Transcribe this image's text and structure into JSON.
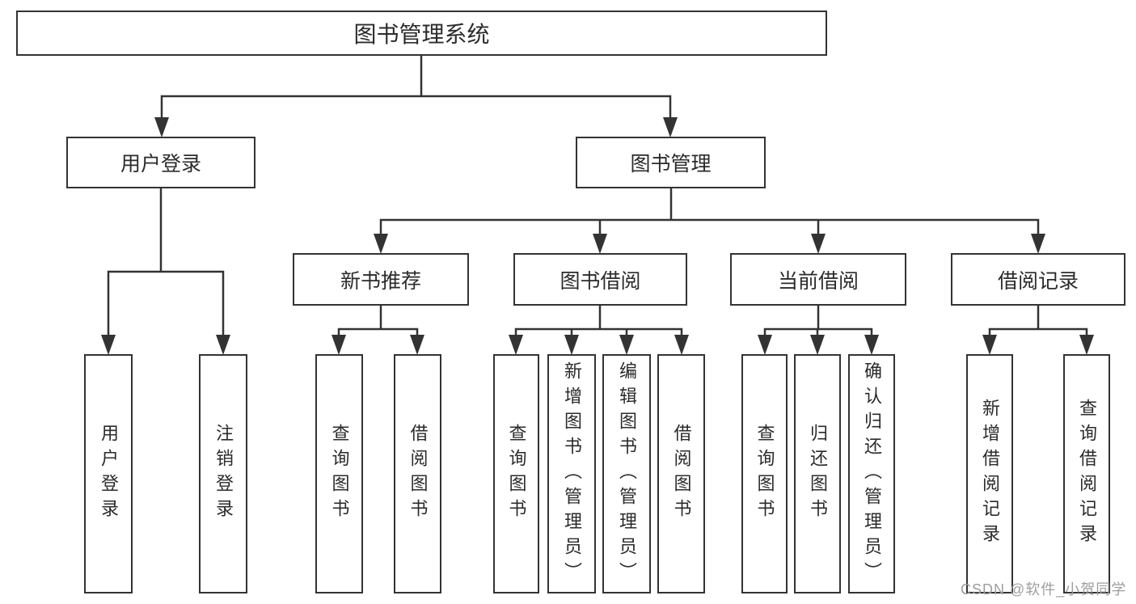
{
  "diagram": {
    "title": "图书管理系统",
    "root": {
      "label": "图书管理系统"
    },
    "level2": [
      {
        "label": "用户登录",
        "children": [
          {
            "label": "用户登录"
          },
          {
            "label": "注销登录"
          }
        ]
      },
      {
        "label": "图书管理",
        "children": [
          {
            "label": "新书推荐",
            "children": [
              {
                "label": "查询图书"
              },
              {
                "label": "借阅图书"
              }
            ]
          },
          {
            "label": "图书借阅",
            "children": [
              {
                "label": "查询图书"
              },
              {
                "label": "新增图书（管理员）"
              },
              {
                "label": "编辑图书（管理员）"
              },
              {
                "label": "借阅图书"
              }
            ]
          },
          {
            "label": "当前借阅",
            "children": [
              {
                "label": "查询图书"
              },
              {
                "label": "归还图书"
              },
              {
                "label": "确认归还（管理员）"
              }
            ]
          },
          {
            "label": "借阅记录",
            "children": [
              {
                "label": "新增借阅记录"
              },
              {
                "label": "查询借阅记录"
              }
            ]
          }
        ]
      }
    ]
  },
  "watermark": {
    "text": "CSDN @软件_小贺同学"
  },
  "colors": {
    "line": "#333333",
    "box_border": "#333333",
    "box_background": "#ffffff",
    "text": "#2b2b2b",
    "watermark": "#9e9e9e",
    "page_background": "#ffffff"
  }
}
